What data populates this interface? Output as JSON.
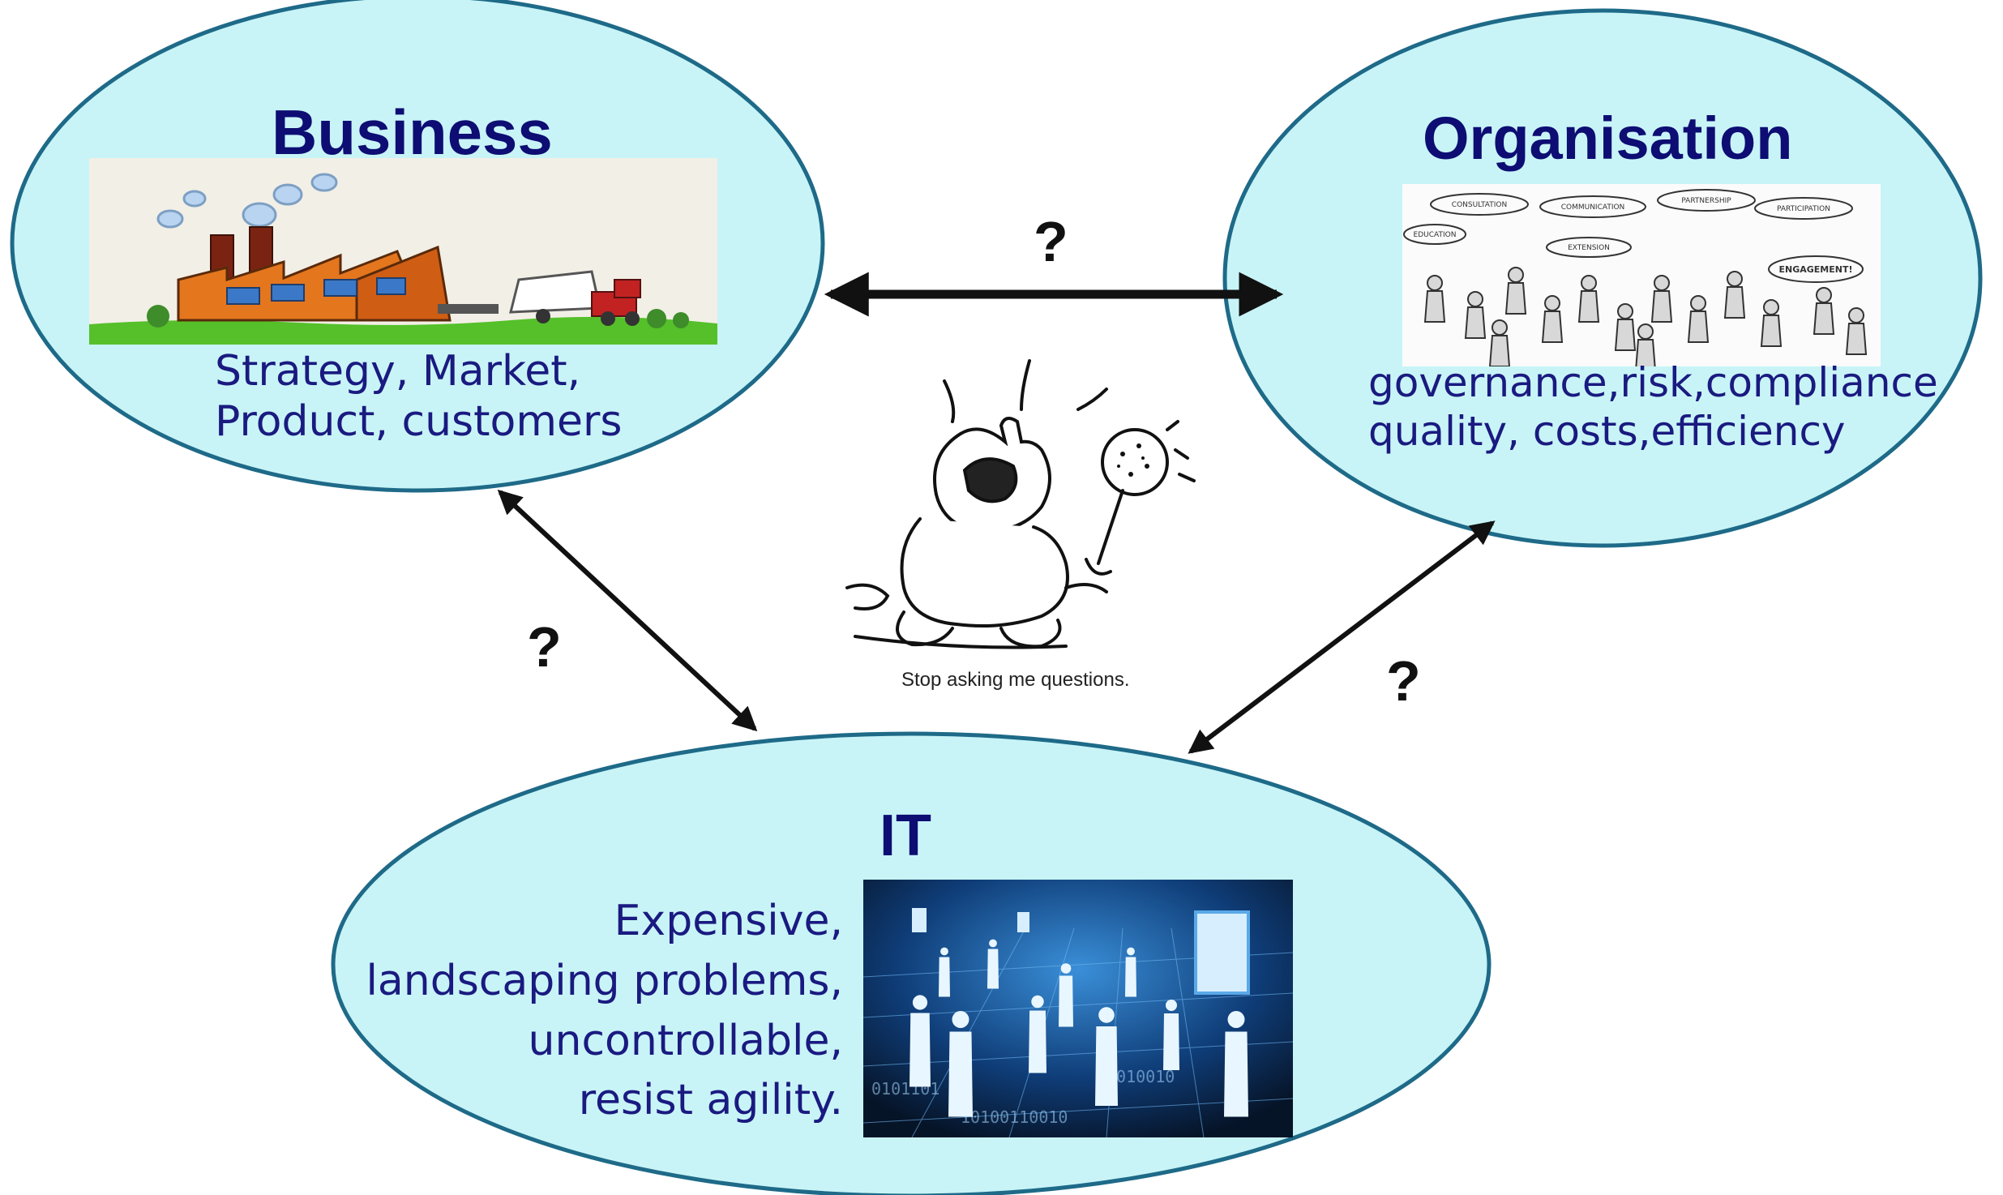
{
  "business": {
    "title": "Business",
    "lines": [
      "Strategy, Market,",
      "Product, customers"
    ],
    "image_icon": "factory-illustration"
  },
  "organisation": {
    "title": "Organisation",
    "lines": [
      "governance,risk,compliance",
      "quality, costs,efficiency"
    ],
    "image_icon": "people-sketch-illustration",
    "sketch_labels": [
      "CONSULTATION",
      "COMMUNICATION",
      "PARTNERSHIP",
      "PARTICIPATION",
      "EDUCATION",
      "EXTENSION",
      "ENGAGEMENT!"
    ]
  },
  "it": {
    "title": "IT",
    "lines": [
      "Expensive,",
      "landscaping problems,",
      "uncontrollable,",
      "resist agility."
    ],
    "image_icon": "digital-people-illustration"
  },
  "center": {
    "caption": "Stop asking me questions.",
    "image_icon": "crying-baby-cartoon"
  },
  "connections": [
    {
      "from": "business",
      "to": "organisation",
      "label": "?"
    },
    {
      "from": "business",
      "to": "it",
      "label": "?"
    },
    {
      "from": "organisation",
      "to": "it",
      "label": "?"
    }
  ],
  "colors": {
    "ellipse_fill": "#c8f4f7",
    "ellipse_stroke": "#1e6a88",
    "title": "#0d0d73",
    "text": "#1a1a80",
    "arrow": "#111111"
  }
}
